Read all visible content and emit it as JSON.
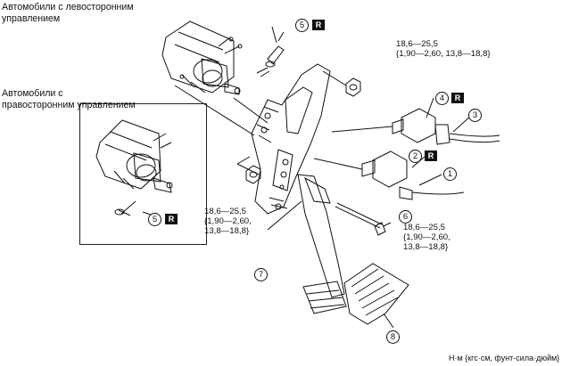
{
  "labels": {
    "lhd_title": "Автомобили с левосторонним управлением",
    "rhd_title": "Автомобили с правосторонним управлением",
    "torque_top": [
      "18,6—25,5",
      "{1,90—2,60, 13,8—18,8}"
    ],
    "torque_left": [
      "18,6—25,5",
      "{1,90—2,60,",
      "13,8—18,8}"
    ],
    "torque_right": [
      "18,6—25,5",
      "{1,90—2,60,",
      "13,8—18,8}"
    ],
    "units": "Н·м {кгс·см, фунт-сила·дюйм}"
  },
  "callouts": {
    "c1": "1",
    "c2": "2",
    "c3": "3",
    "c4": "4",
    "c5_top": "5",
    "c5_inset": "5",
    "c6": "6",
    "c7": "7",
    "c8": "8"
  },
  "replace_mark": "R",
  "colors": {
    "line": "#111111",
    "mark_bg": "#111111",
    "mark_fg": "#ffffff"
  }
}
